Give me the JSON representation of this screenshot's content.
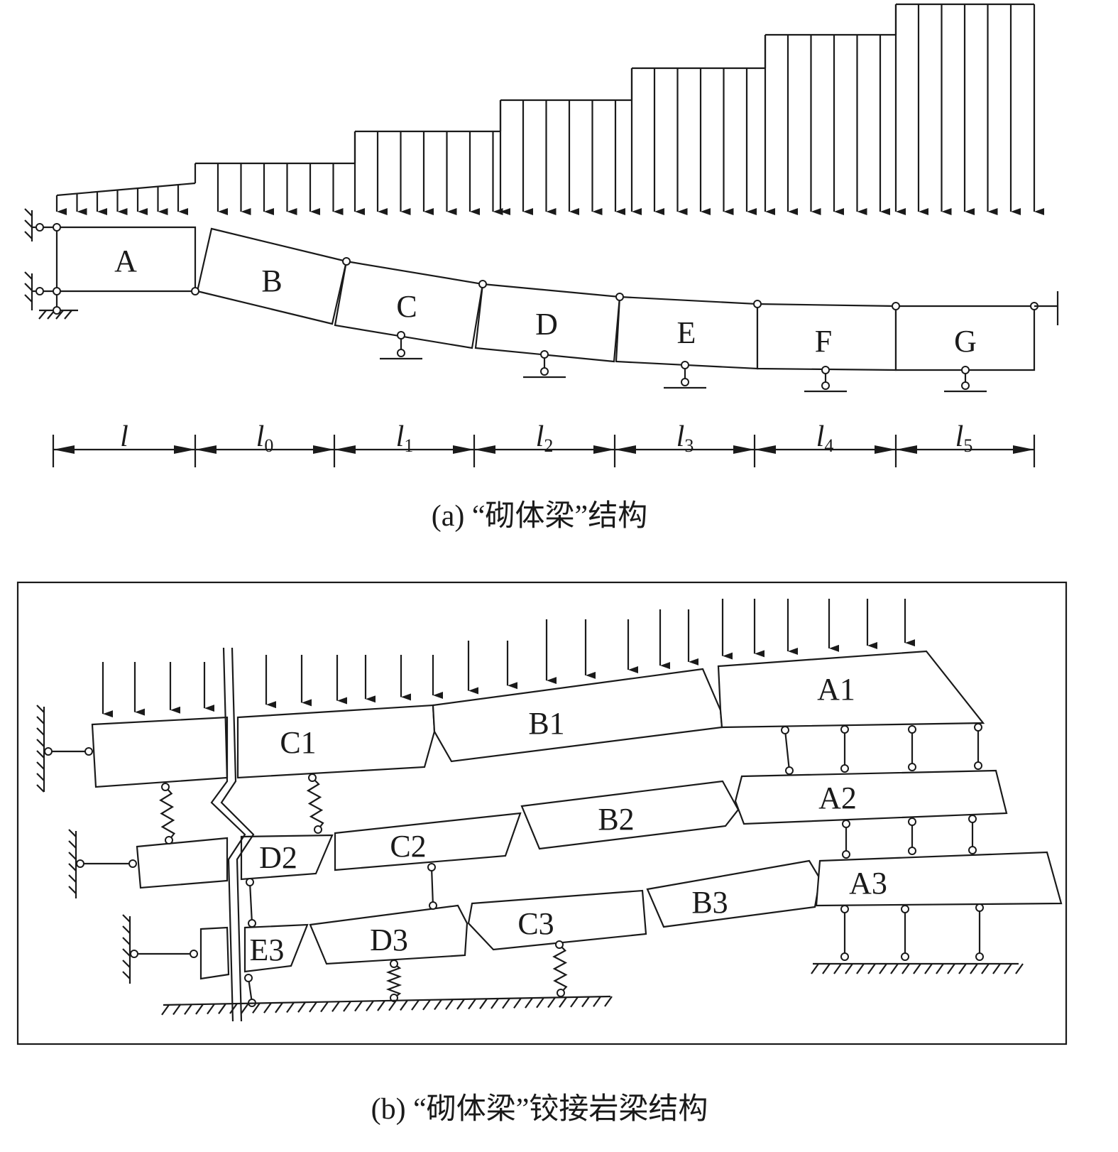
{
  "figure_a": {
    "caption": "(a) “砌体梁”结构",
    "blocks": [
      "A",
      "B",
      "C",
      "D",
      "E",
      "F",
      "G"
    ],
    "spans": [
      {
        "base": "l",
        "sub": ""
      },
      {
        "base": "l",
        "sub": "0"
      },
      {
        "base": "l",
        "sub": "1"
      },
      {
        "base": "l",
        "sub": "2"
      },
      {
        "base": "l",
        "sub": "3"
      },
      {
        "base": "l",
        "sub": "4"
      },
      {
        "base": "l",
        "sub": "5"
      }
    ]
  },
  "figure_b": {
    "caption": "(b) “砌体梁”铰接岩梁结构",
    "blocks": [
      "A1",
      "B1",
      "C1",
      "A2",
      "B2",
      "C2",
      "D2",
      "A3",
      "B3",
      "C3",
      "D3",
      "E3"
    ]
  },
  "colors": {
    "line": "#1a1a1a",
    "background": "#ffffff"
  }
}
